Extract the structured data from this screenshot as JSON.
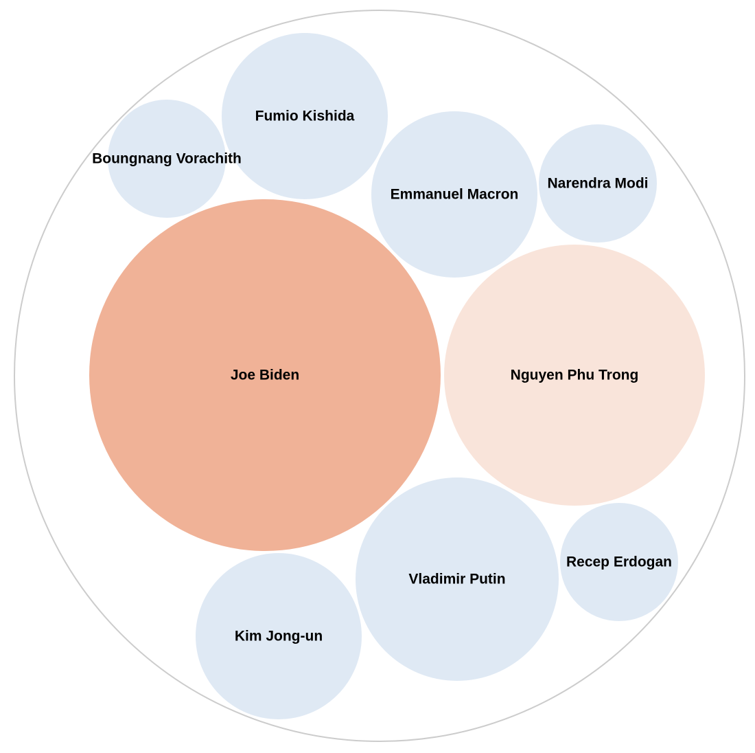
{
  "chart_data": {
    "type": "packed-bubble",
    "title": "",
    "container": {
      "fill": "#ffffff",
      "stroke": "#cccccc"
    },
    "nodes": [
      {
        "label": "Joe Biden",
        "color": "#f0b297",
        "size": 9
      },
      {
        "label": "Nguyen Phu Trong",
        "color": "#f9e4da",
        "size": 5
      },
      {
        "label": "Vladimir Putin",
        "color": "#dfe9f4",
        "size": 3
      },
      {
        "label": "Emmanuel Macron",
        "color": "#dfe9f4",
        "size": 2
      },
      {
        "label": "Fumio Kishida",
        "color": "#dfe9f4",
        "size": 2
      },
      {
        "label": "Kim Jong-un",
        "color": "#dfe9f4",
        "size": 2
      },
      {
        "label": "Boungnang Vorachith",
        "color": "#dfe9f4",
        "size": 1
      },
      {
        "label": "Narendra Modi",
        "color": "#dfe9f4",
        "size": 1
      },
      {
        "label": "Recep Erdogan",
        "color": "#dfe9f4",
        "size": 1
      }
    ]
  }
}
